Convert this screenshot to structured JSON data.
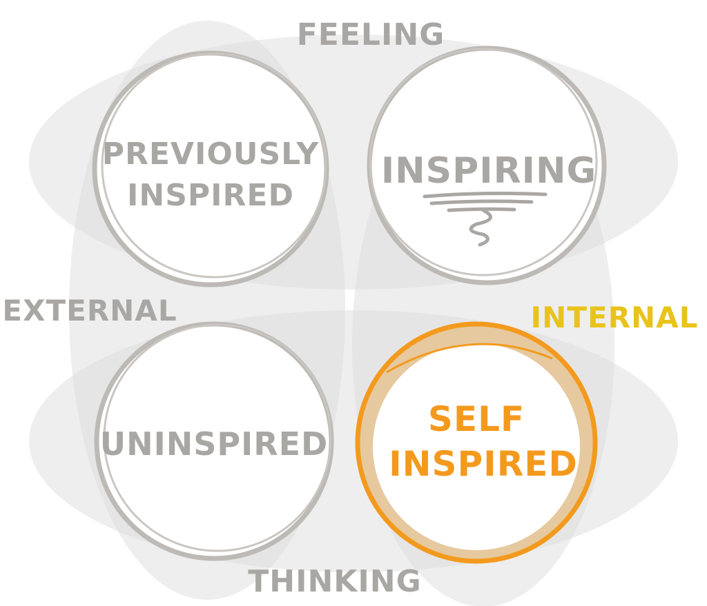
{
  "axes": {
    "top": "FEELING",
    "bottom": "THINKING",
    "left": "EXTERNAL",
    "right": "INTERNAL"
  },
  "quadrants": [
    {
      "line1": "PREVIOUSLY",
      "line2": "INSPIRED"
    },
    {
      "line1": "INSPIRING",
      "line2": ""
    },
    {
      "line1": "UNINSPIRED",
      "line2": ""
    },
    {
      "line1": "SELF",
      "line2": "INSPIRED"
    }
  ],
  "colors": {
    "gray_text": "#a9a7a4",
    "gray_ring": "#bdbab6",
    "highlight": "#f39a1e",
    "highlight_fill": "#e6c99e",
    "internal": "#e8c31c",
    "blob": "#e4e4e4"
  }
}
